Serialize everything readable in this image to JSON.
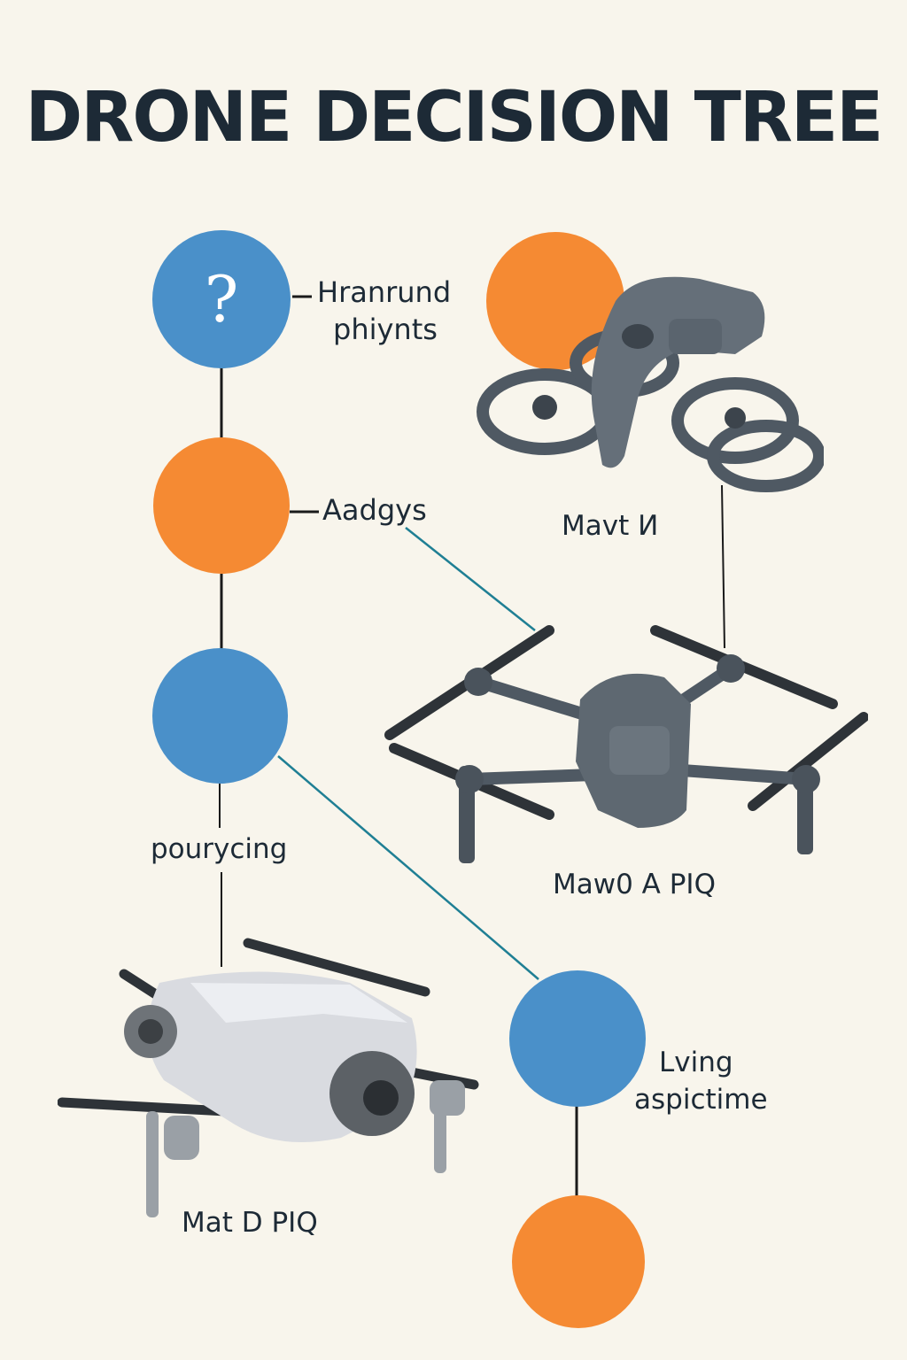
{
  "title": "DRONE DECISION TREE",
  "nodes": {
    "n1": {
      "glyph": "?",
      "label_line1": "Hranrund",
      "label_line2": "phiynts"
    },
    "n2": {
      "label": "Aadgys"
    },
    "n3": {
      "label": "pourycing"
    },
    "n5": {
      "label_line1": "Lving",
      "label_line2": "aspictime"
    }
  },
  "drones": {
    "top_right": {
      "name": "Mavt И"
    },
    "middle_right": {
      "name": "Maw0 A PIQ"
    },
    "bottom_left": {
      "name": "Mat D PIQ"
    }
  },
  "colors": {
    "blue": "#4a90c9",
    "orange": "#f58a33",
    "link_teal": "#1f7f94",
    "link_dark": "#1a1a1a"
  }
}
